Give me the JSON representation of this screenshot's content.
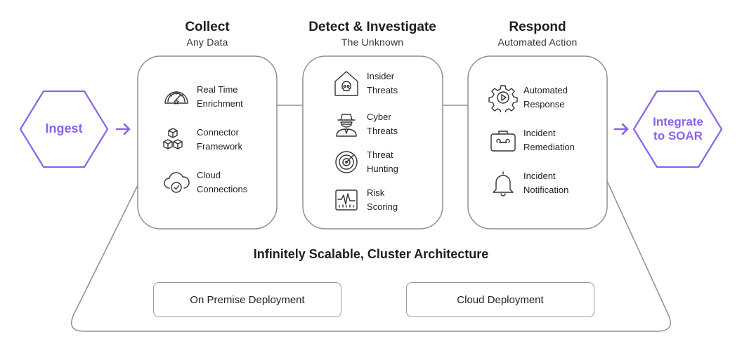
{
  "colors": {
    "accent": "#8a63e8",
    "border": "#8f8f8f",
    "text": "#222222"
  },
  "ingest": {
    "label": "Ingest"
  },
  "integrate": {
    "line1": "Integrate",
    "line2": "to SOAR"
  },
  "collect": {
    "title": "Collect",
    "subtitle": "Any Data",
    "items": [
      {
        "icon": "gauge-icon",
        "line1": "Real Time",
        "line2": "Enrichment"
      },
      {
        "icon": "cubes-icon",
        "line1": "Connector",
        "line2": "Framework"
      },
      {
        "icon": "cloud-check-icon",
        "line1": "Cloud",
        "line2": "Connections"
      }
    ]
  },
  "detect": {
    "title": "Detect & Investigate",
    "subtitle": "The Unknown",
    "items": [
      {
        "icon": "house-skull-icon",
        "line1": "Insider",
        "line2": "Threats"
      },
      {
        "icon": "spy-icon",
        "line1": "Cyber",
        "line2": "Threats"
      },
      {
        "icon": "radar-icon",
        "line1": "Threat",
        "line2": "Hunting"
      },
      {
        "icon": "pulse-monitor-icon",
        "line1": "Risk",
        "line2": "Scoring"
      }
    ]
  },
  "respond": {
    "title": "Respond",
    "subtitle": "Automated Action",
    "items": [
      {
        "icon": "gear-play-icon",
        "line1": "Automated",
        "line2": "Response"
      },
      {
        "icon": "toolbox-icon",
        "line1": "Incident",
        "line2": "Remediation"
      },
      {
        "icon": "bell-icon",
        "line1": "Incident",
        "line2": "Notification"
      }
    ]
  },
  "architecture": {
    "title": "Infinitely Scalable, Cluster Architecture"
  },
  "deployments": {
    "on_premise": "On Premise Deployment",
    "cloud": "Cloud Deployment"
  }
}
